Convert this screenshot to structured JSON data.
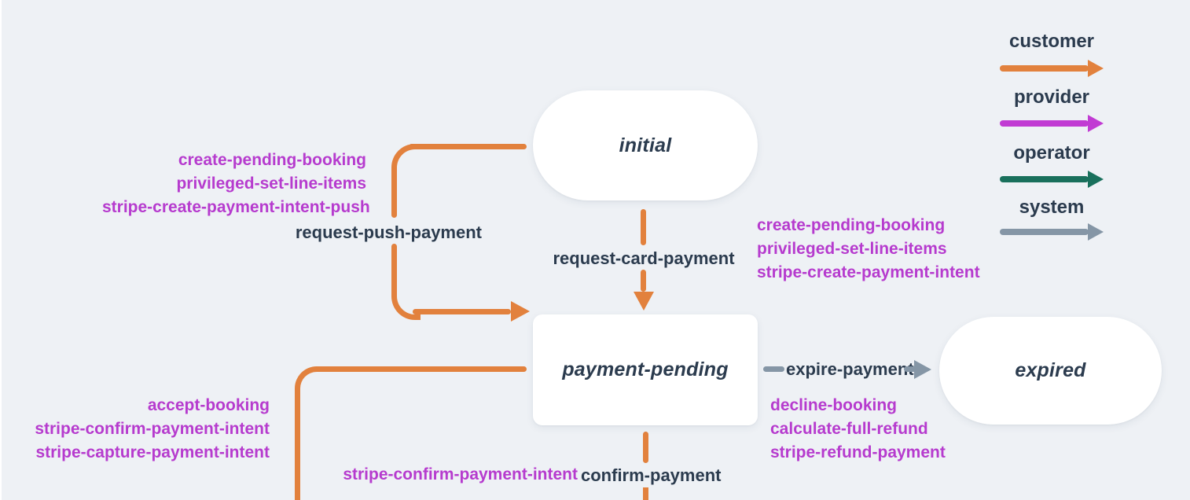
{
  "colors": {
    "background": "#eef1f5",
    "node_fill": "#ffffff",
    "label_text": "#2b3b4e",
    "action_text": "#b63bce",
    "customer_arrow": "#e2813d",
    "provider_arrow": "#c13bd3",
    "operator_arrow": "#19705c",
    "system_arrow": "#8596a6"
  },
  "legend": {
    "items": [
      {
        "label": "customer",
        "color": "#e2813d"
      },
      {
        "label": "provider",
        "color": "#c13bd3"
      },
      {
        "label": "operator",
        "color": "#19705c"
      },
      {
        "label": "system",
        "color": "#8596a6"
      }
    ]
  },
  "states": {
    "initial": {
      "label": "initial"
    },
    "payment_pending": {
      "label": "payment-pending"
    },
    "expired": {
      "label": "expired"
    }
  },
  "transitions": {
    "request_push_payment": {
      "label": "request-push-payment",
      "actor": "customer",
      "actions": [
        "create-pending-booking",
        "privileged-set-line-items",
        "stripe-create-payment-intent-push"
      ]
    },
    "request_card_payment": {
      "label": "request-card-payment",
      "actor": "customer",
      "actions": [
        "create-pending-booking",
        "privileged-set-line-items",
        "stripe-create-payment-intent"
      ]
    },
    "expire_payment": {
      "label": "expire-payment",
      "actor": "system",
      "actions": [
        "decline-booking",
        "calculate-full-refund",
        "stripe-refund-payment"
      ]
    },
    "confirm_payment": {
      "label": "confirm-payment",
      "actor": "customer",
      "actions": [
        "stripe-confirm-payment-intent"
      ]
    },
    "accept": {
      "actor": "customer",
      "actions": [
        "accept-booking",
        "stripe-confirm-payment-intent",
        "stripe-capture-payment-intent"
      ]
    }
  }
}
